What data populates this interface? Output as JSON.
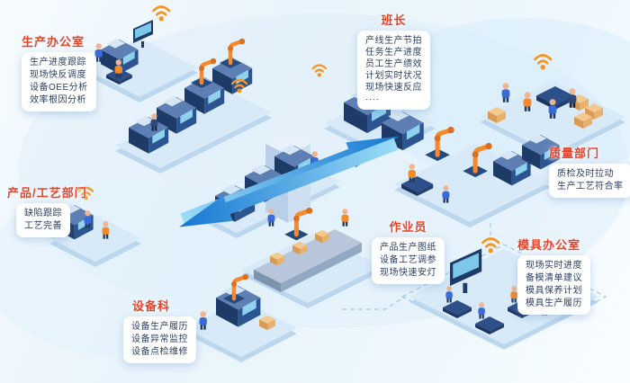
{
  "callouts": [
    {
      "id": "production-office",
      "title": "生产办公室",
      "items": [
        "生产进度跟踪",
        "现场快反调度",
        "设备OEE分析",
        "效率根因分析"
      ]
    },
    {
      "id": "foreman",
      "title": "班长",
      "items": [
        "产线生产节拍",
        "任务生产进度",
        "员工生产绩效",
        "计划实时状况",
        "现场快速反应",
        "····"
      ]
    },
    {
      "id": "quality-department",
      "title": "质量部门",
      "items": [
        "质检及时拉动",
        "生产工艺符合率"
      ]
    },
    {
      "id": "product-process-department",
      "title": "产品/工艺部门",
      "items": [
        "缺陷跟踪",
        "工艺完善"
      ]
    },
    {
      "id": "operator",
      "title": "作业员",
      "items": [
        "产品生产图纸",
        "设备工艺调参",
        "现场快速安灯"
      ]
    },
    {
      "id": "mold-office",
      "title": "模具办公室",
      "items": [
        "现场实时进度",
        "备模清单建议",
        "模具保养计划",
        "模具生产履历"
      ]
    },
    {
      "id": "equipment-section",
      "title": "设备科",
      "items": [
        "设备生产履历",
        "设备异常监控",
        "设备点检维修"
      ]
    }
  ],
  "colors": {
    "callout_title": "#e8432a",
    "callout_text": "#2b3e5f",
    "callout_background": "#ffffff",
    "arrow_gradient_start": "#9adcf6",
    "arrow_gradient_end": "#1577d2",
    "machine_navy": "#1e3a66",
    "platform_blue": "#d8eaf8",
    "robot_orange": "#f5892b",
    "wifi_orange": "#f7941d",
    "background": "#ecf6fc"
  },
  "icons": {
    "wifi-icon": "orange wifi signal arcs with dot",
    "robot-arm-icon": "orange industrial robot arm on navy base",
    "flow-arrow-icon": "blue gradient 3d flow arrow",
    "screen-kiosk-icon": "navy panel with light blue display",
    "carton-box-icon": "tan isometric carton"
  }
}
